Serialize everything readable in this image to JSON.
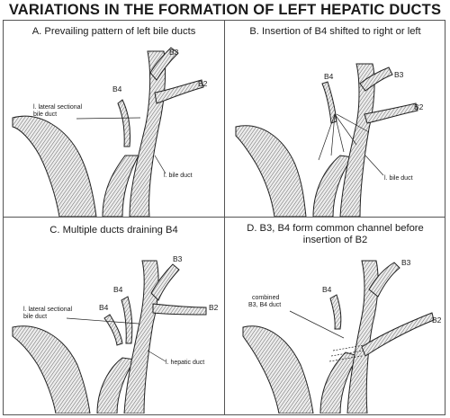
{
  "title": "VARIATIONS IN THE FORMATION OF LEFT HEPATIC DUCTS",
  "panels": [
    {
      "title": "A. Prevailing pattern of left bile ducts",
      "labels": {
        "b3": "B3",
        "b4": "B4",
        "b2": "B2",
        "lateral_line1": "l. lateral sectional",
        "lateral_line2": "bile duct",
        "bile_duct": "l. bile duct"
      }
    },
    {
      "title": "B. Insertion of B4 shifted to right or left",
      "labels": {
        "b4": "B4",
        "b3": "B3",
        "b2": "B2",
        "bile_duct": "l. bile duct"
      }
    },
    {
      "title": "C. Multiple ducts draining B4",
      "labels": {
        "b3": "B3",
        "b4_upper": "B4",
        "b4_lower": "B4",
        "b2": "B2",
        "lateral_line1": "l. lateral sectional",
        "lateral_line2": "bile duct",
        "hepatic_duct": "l. hepatic duct"
      }
    },
    {
      "title_line1": "D. B3, B4 form common channel before",
      "title_line2": "insertion of B2",
      "labels": {
        "b3": "B3",
        "b4": "B4",
        "b2": "B2",
        "combined_line1": "combined",
        "combined_line2": "B3, B4 duct"
      }
    }
  ],
  "colors": {
    "duct_fill": "#e6e6e6",
    "duct_stroke": "#222222",
    "hatch": "#555555",
    "frame": "#555555"
  }
}
